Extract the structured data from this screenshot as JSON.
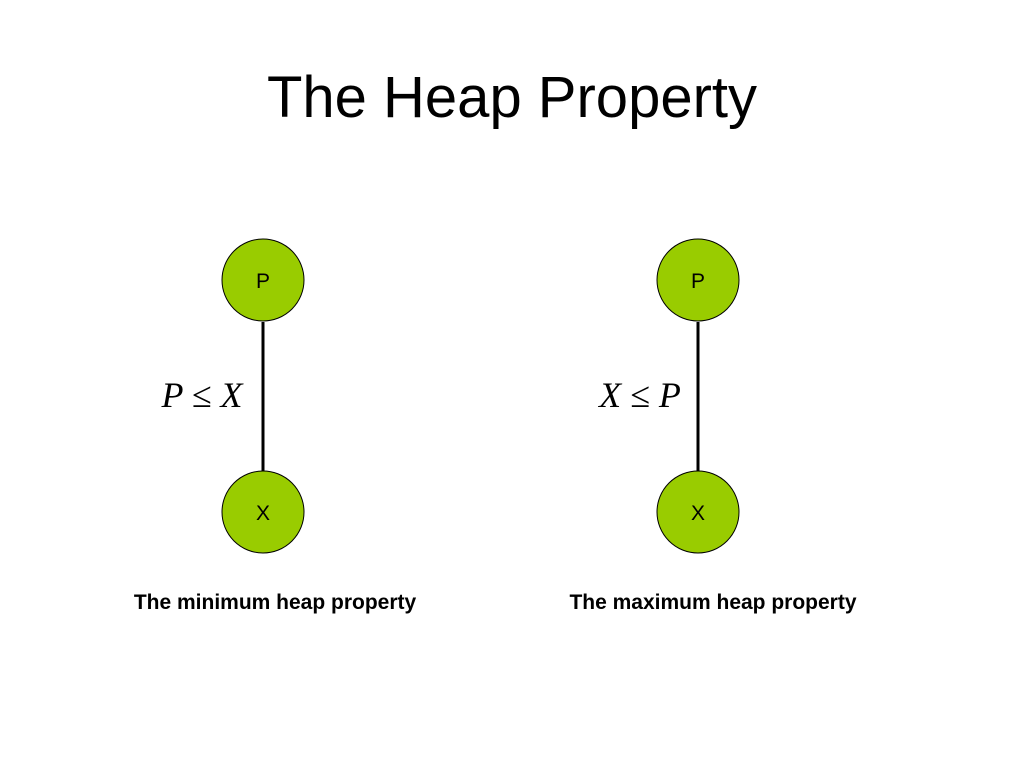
{
  "title": "The Heap Property",
  "colors": {
    "node_fill": "#99cc00",
    "node_stroke": "#000000",
    "edge": "#000000"
  },
  "diagrams": [
    {
      "relation": "P ≤ X",
      "parent": "P",
      "child": "X",
      "caption": "The minimum heap property"
    },
    {
      "relation": "X ≤ P",
      "parent": "P",
      "child": "X",
      "caption": "The maximum heap property"
    }
  ]
}
